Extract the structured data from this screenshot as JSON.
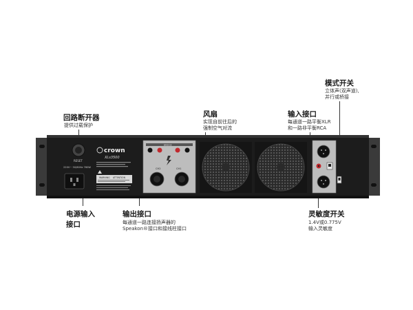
{
  "callouts": {
    "breaker": {
      "title": "回路断开器",
      "desc": [
        "提供过载保护"
      ]
    },
    "fan": {
      "title": "风扇",
      "desc": [
        "实现自前往后的",
        "强制空气对流"
      ]
    },
    "input": {
      "title": "输入接口",
      "desc": [
        "每通道一路平衡XLR",
        "和一路非平衡RCA"
      ]
    },
    "mode": {
      "title": "模式开关",
      "desc": [
        "立体声(双声道),",
        "并行或桥接"
      ]
    },
    "power": {
      "title": "电源输入",
      "title2": "接口"
    },
    "output": {
      "title": "输出接口",
      "desc": [
        "每通道一路连接扬声器的",
        "Speakon®接口和接线柱接口"
      ]
    },
    "sensitivity": {
      "title": "灵敏度开关",
      "desc": [
        "1.4V或0.775V",
        "输入灵敏度"
      ]
    }
  },
  "device": {
    "brand": "crown",
    "model": "XLs3500",
    "reset_label": "RESET",
    "mains_label": "220V~ 50/60Hz 760W",
    "warning_label": "WARNING",
    "attention_label": "ATTENTION",
    "bridge_label": "BRIDGE",
    "ch_labels": [
      "CH2",
      "CH1"
    ]
  },
  "colors": {
    "chassis": "#1c1c1c",
    "panel": "#2b2b2b",
    "rack_ear": "#3a3a3a",
    "terminal_red": "#c0282d",
    "fan_grille": "#3c3c3c",
    "label_plate": "#d9d9d9"
  }
}
